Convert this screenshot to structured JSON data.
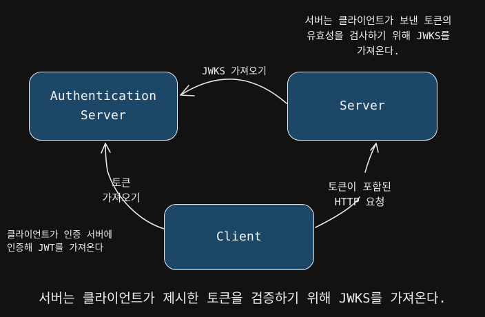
{
  "nodes": {
    "auth_server": "Authentication\nServer",
    "server": "Server",
    "client": "Client"
  },
  "edges": {
    "server_to_auth": "JWKS 가져오기",
    "client_to_auth": "토큰\n가져오기",
    "client_to_server": "토큰이 포함된\nHTTP 요청"
  },
  "notes": {
    "server_note": "서버는 클라이언트가 보낸 토큰의\n유효성을 검사하기 위해 JWKS를\n가져온다.",
    "client_note": "클라이언트가 인증 서버에\n인증해 JWT를 가져온다"
  },
  "caption": "서버는 클라이언트가 제시한 토큰을 검증하기 위해 JWKS를 가져온다.",
  "colors": {
    "background": "#121212",
    "node_fill": "#1d4766",
    "node_stroke": "#e9edf1",
    "text": "#ececec"
  }
}
